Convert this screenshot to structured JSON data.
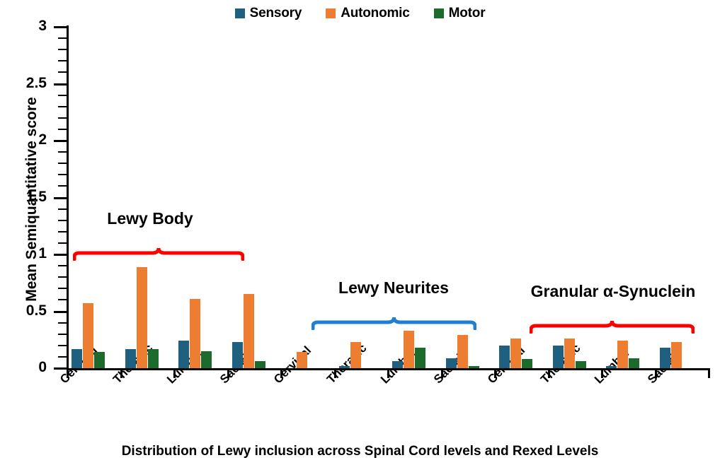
{
  "chart_data": {
    "type": "bar",
    "title": "",
    "xlabel": "Distribution of Lewy inclusion across Spinal Cord levels and Rexed Levels",
    "ylabel": "Mean Semiquantitative score",
    "ylim": [
      0,
      3
    ],
    "ytick_labels": [
      "0",
      "0.5",
      "1",
      "1.5",
      "2",
      "2.5",
      "3"
    ],
    "ytick_values": [
      0,
      0.5,
      1,
      1.5,
      2,
      2.5,
      3
    ],
    "yminor_step": 0.1,
    "grid": false,
    "legend_position": "top-center",
    "categories": [
      "Cervical",
      "Thoracic",
      "Lumbar",
      "Sacral"
    ],
    "series": [
      {
        "name": "Sensory",
        "color": "#1F6080"
      },
      {
        "name": "Autonomic",
        "color": "#ED7D31"
      },
      {
        "name": "Motor",
        "color": "#1C6B2C"
      }
    ],
    "groups": [
      {
        "name": "Lewy Body",
        "brace_color": "#FF0000",
        "values": {
          "Sensory": [
            0.17,
            0.17,
            0.24,
            0.23
          ],
          "Autonomic": [
            0.57,
            0.89,
            0.61,
            0.65
          ],
          "Motor": [
            0.14,
            0.17,
            0.15,
            0.06
          ]
        }
      },
      {
        "name": "Lewy Neurites",
        "brace_color": "#1F7FD0",
        "values": {
          "Sensory": [
            0.0,
            0.02,
            0.06,
            0.09
          ],
          "Autonomic": [
            0.14,
            0.23,
            0.33,
            0.29
          ],
          "Motor": [
            0.0,
            0.0,
            0.18,
            0.02
          ]
        }
      },
      {
        "name": "Granular α-Synuclein",
        "brace_color": "#FF0000",
        "values": {
          "Sensory": [
            0.2,
            0.2,
            0.02,
            0.18
          ],
          "Autonomic": [
            0.26,
            0.26,
            0.24,
            0.23
          ],
          "Motor": [
            0.08,
            0.06,
            0.09,
            0.0
          ]
        }
      }
    ]
  },
  "legend": {
    "items": [
      {
        "label": "Sensory",
        "color": "#1F6080"
      },
      {
        "label": "Autonomic",
        "color": "#ED7D31"
      },
      {
        "label": "Motor",
        "color": "#1C6B2C"
      }
    ]
  },
  "axis": {
    "y_title": "Mean Semiquantitative score",
    "x_title": "Distribution of Lewy inclusion across Spinal Cord levels and Rexed Levels"
  }
}
